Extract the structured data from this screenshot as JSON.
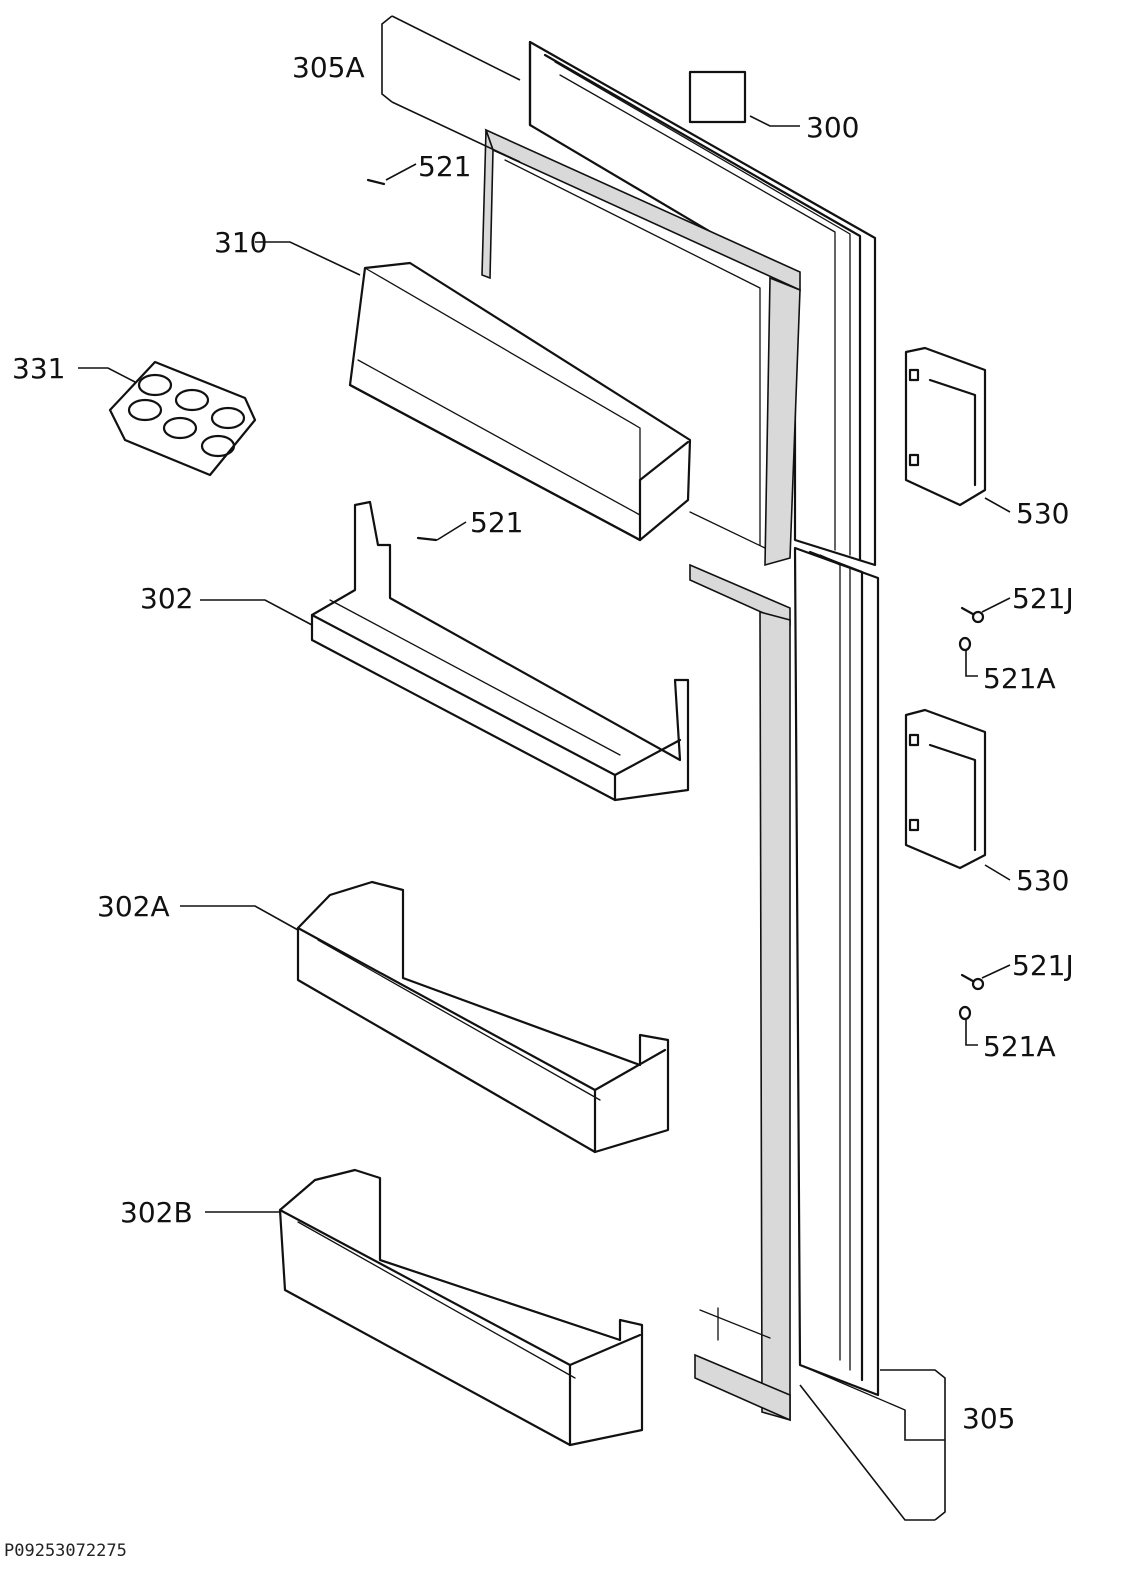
{
  "labels": {
    "l305A": "305A",
    "l300": "300",
    "l521_top": "521",
    "l310": "310",
    "l331": "331",
    "l521_mid": "521",
    "l530_top": "530",
    "l302": "302",
    "l521J_top": "521J",
    "l521A_top": "521A",
    "l302A": "302A",
    "l530_bottom": "530",
    "l521J_bottom": "521J",
    "l521A_bottom": "521A",
    "l302B": "302B",
    "l305": "305"
  },
  "reference_code": "P09253072275"
}
